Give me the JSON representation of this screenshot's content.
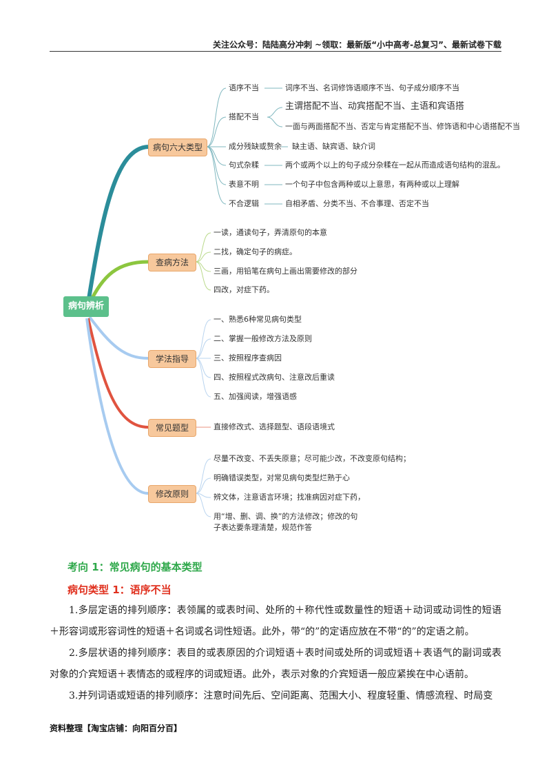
{
  "header": {
    "text": "关注公众号：陆陆高分冲刺   ~领取：最新版“小中高考-总复习”、最新试卷下载"
  },
  "mindmap": {
    "root": "病句辨析",
    "categories": [
      {
        "label": "病句六大类型",
        "color": "#2b8d9a"
      },
      {
        "label": "查病方法",
        "color": "#8cc63f"
      },
      {
        "label": "学法指导",
        "color": "#a7cbf0"
      },
      {
        "label": "常见题型",
        "color": "#e0533f"
      },
      {
        "label": "修改原则",
        "color": "#a7cbf0"
      }
    ],
    "types": [
      {
        "name": "语序不当",
        "desc": "词序不当、名词修饰语顺序不当、句子成分顺序不当"
      },
      {
        "name": "搭配不当",
        "desc1": "主谓搭配不当、动宾搭配不当、主语和宾语搭",
        "desc2": "一面与两面搭配不当、否定与肯定搭配不当、修饰语和中心语搭配不当"
      },
      {
        "name": "成分残缺或赘余",
        "desc": "缺主语、缺宾语、缺介词"
      },
      {
        "name": "句式杂糅",
        "desc": "两个或两个以上的句子成分杂糅在一起从而造成语句结构的混乱。"
      },
      {
        "name": "表意不明",
        "desc": "一个句子中包含两种或以上意思，有两种或以上理解"
      },
      {
        "name": "不合逻辑",
        "desc": "自相矛盾、分类不当、不合事理、否定不当"
      }
    ],
    "methods": [
      "一读，通读句子，弄清原句的本意",
      "二找，确定句子的病症。",
      "三画，用铅笔在病句上画出需要修改的部分",
      "四改，对症下药。"
    ],
    "guidance": [
      "一、熟悉6种常见病句类型",
      "二、掌握一般修改方法及原则",
      "三、按照程序查病因",
      "四、按照程式改病句、注意改后重读",
      "五、加强阅读，增强语感"
    ],
    "question_types": "直接修改式、选择题型、语段语境式",
    "principles": [
      "尽量不改变、不丢失原意；尽可能少改，不改变原句结构；",
      "明确错误类型，对常见病句类型烂熟于心",
      "辨文体，注意语言环境；找准病因对症下药，",
      "用“增、删、调、换”的方法修改；修改的句",
      "子表达要条理清楚，规范作答"
    ]
  },
  "section": {
    "title1": "考向 1：常见病句的基本类型",
    "title2": "病句类型 1：语序不当",
    "paragraphs": [
      "1.多层定语的排列顺序：表领属的或表时间、处所的＋称代性或数量性的短语＋动词或动词性的短语＋形容词或形容词性的短语＋名词或名词性短语。此外，带“的”的定语应放在不带“的”的定语之前。",
      "2.多层状语的排列顺序：表目的或表原因的介词短语＋表时间或处所的词或短语＋表语气的副词或表对象的介宾短语＋表情态的或程序的词或短语。此外，表示对象的介宾短语一般应紧挨在中心语前。",
      "3.并列词语或短语的排列顺序：注意时间先后、空间距离、范围大小、程度轻重、情感流程、时局变"
    ]
  },
  "footer": {
    "text": "资料整理【淘宝店铺：向阳百分百】"
  }
}
